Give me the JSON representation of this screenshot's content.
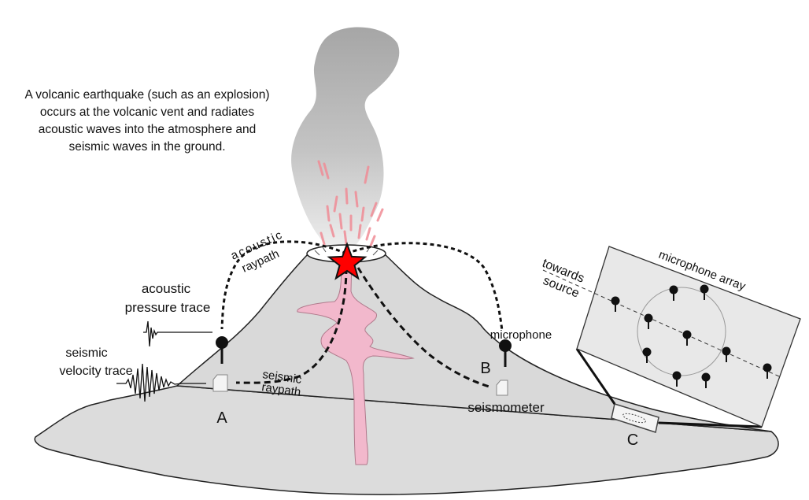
{
  "intro_lines": [
    "A volcanic earthquake (such as an explosion)",
    "occurs at the volcanic vent and radiates",
    "acoustic waves into the atmosphere and",
    "seismic waves in the ground."
  ],
  "labels": {
    "acoustic_raypath_1": "acoustic",
    "acoustic_raypath_2": "raypath",
    "acoustic_pressure_1": "acoustic",
    "acoustic_pressure_2": "pressure trace",
    "seismic_velocity_1": "seismic",
    "seismic_velocity_2": "velocity trace",
    "seismic_raypath_1": "seismic",
    "seismic_raypath_2": "raypath",
    "microphone": "microphone",
    "seismometer": "seismometer",
    "station_a": "A",
    "station_b": "B",
    "station_c": "C",
    "towards": "towards",
    "source": "source",
    "microphone_array": "microphone array"
  },
  "colors": {
    "ground": "#dcdcdc",
    "volcano": "#d9d9d9",
    "magma": "#f2b8cc",
    "plume": "#b3b3b3",
    "star": "#ff0000",
    "ejecta": "#f08c96"
  }
}
